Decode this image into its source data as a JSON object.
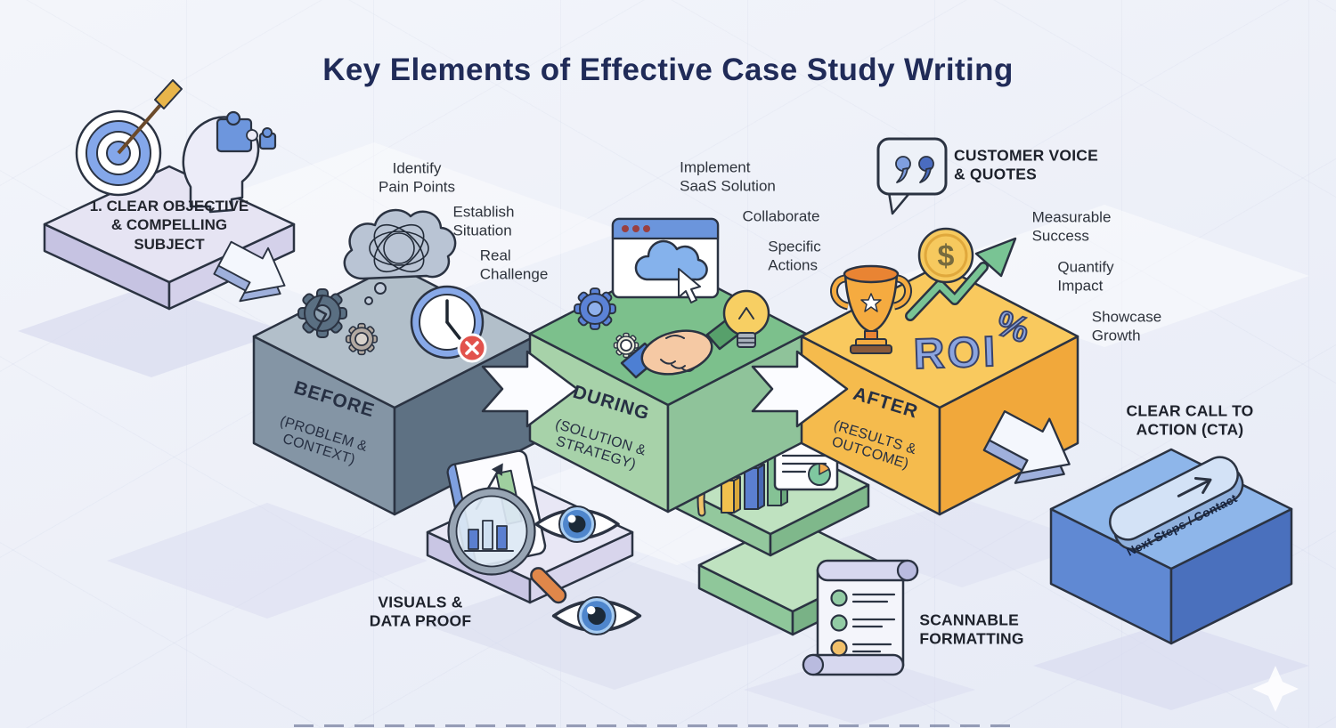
{
  "title": "Key Elements of Effective Case Study Writing",
  "objective": {
    "label": "1. CLEAR OBJECTIVE\n& COMPELLING\nSUBJECT"
  },
  "before": {
    "title": "BEFORE",
    "subtitle": "(PROBLEM &\nCONTEXT)",
    "notes": {
      "pain": "Identify\nPain Points",
      "situation": "Establish\nSituation",
      "challenge": "Real\nChallenge"
    }
  },
  "during": {
    "title": "DURING",
    "subtitle": "(SOLUTION &\nSTRATEGY)",
    "notes": {
      "implement": "Implement\nSaaS Solution",
      "collaborate": "Collaborate",
      "actions": "Specific\nActions"
    }
  },
  "after": {
    "title": "AFTER",
    "subtitle": "(RESULTS &\nOUTCOME)",
    "roi": "ROI",
    "percent": "%",
    "notes": {
      "success": "Measurable\nSuccess",
      "impact": "Quantify\nImpact",
      "growth": "Showcase\nGrowth"
    }
  },
  "cta": {
    "caption": "CLEAR CALL TO\nACTION (CTA)",
    "button": "Next Steps / Contact"
  },
  "callouts": {
    "customer_voice": "CUSTOMER VOICE\n& QUOTES",
    "visuals": "VISUALS &\nDATA PROOF",
    "scannable": "SCANNABLE\nFORMATTING"
  },
  "icons": {
    "objective": [
      "target-icon",
      "head-puzzle-icon"
    ],
    "before": [
      "tangled-thoughts-cloud-icon",
      "broken-gears-icon",
      "deadline-clock-icon"
    ],
    "during": [
      "gears-icon",
      "saas-browser-cloud-icon",
      "handshake-icon",
      "lightbulb-icon"
    ],
    "after": [
      "trophy-icon",
      "dollar-coin-icon",
      "growth-arrow-icon"
    ],
    "extras": [
      "speech-bubble-quotes-icon",
      "magnifier-chart-icon",
      "eye-icon",
      "bar-chart-document-icon",
      "scroll-checklist-icon",
      "cta-pill-button-icon"
    ]
  },
  "colors": {
    "background": "#edf0f8",
    "title": "#202b58",
    "objective_block": "#e6e4f3",
    "before_block": "#8495a5",
    "during_block": "#a7d2a9",
    "after_block": "#f5bb4d",
    "cta_block": "#6089d3",
    "roi_text": "#8ba4df",
    "outline": "#2b3342"
  }
}
